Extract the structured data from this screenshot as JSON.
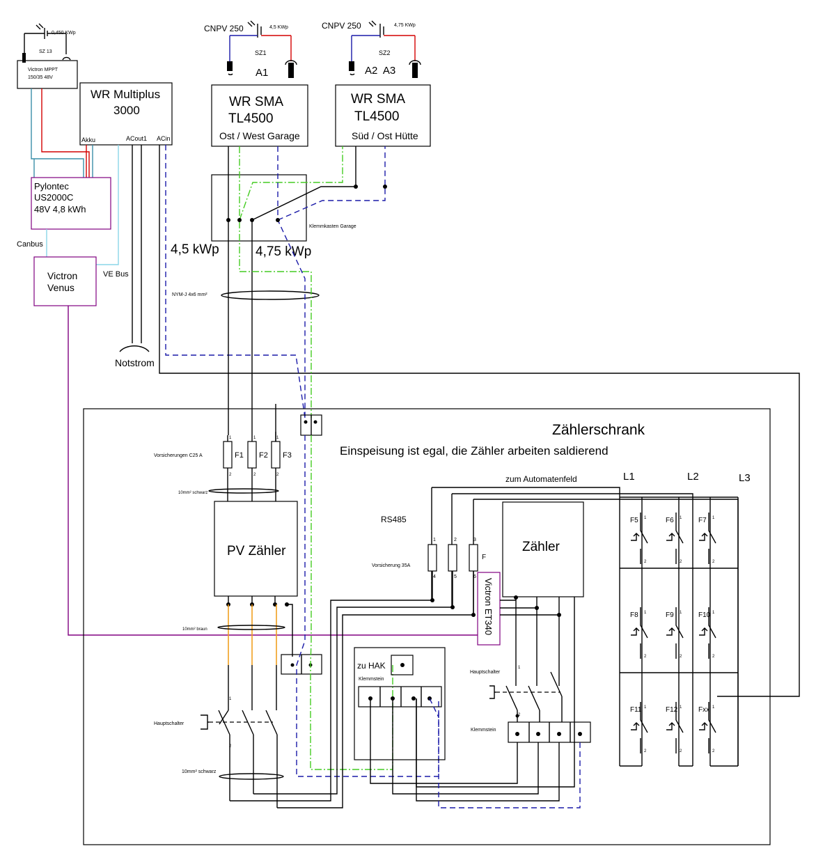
{
  "solar": {
    "left": {
      "power": "0,450 KWp",
      "string": "SZ 13"
    },
    "garage": {
      "panel": "CNPV 250",
      "power": "4,5 KWp",
      "string": "SZ1",
      "input": "A1"
    },
    "huette": {
      "panel": "CNPV 250",
      "power": "4,75 KWp",
      "string": "SZ2",
      "inputs": "A2  A3"
    }
  },
  "mppt": {
    "line1": "Victron MPPT",
    "line2": "150/35 48V"
  },
  "multiplus": {
    "title1": "WR Multiplus",
    "title2": "3000",
    "akku": "Akku",
    "acout": "ACout1",
    "acin": "ACin"
  },
  "sma_garage": {
    "title1": "WR SMA",
    "title2": "TL4500",
    "location": "Ost / West Garage"
  },
  "sma_huette": {
    "title1": "WR SMA",
    "title2": "TL4500",
    "location": "Süd / Ost Hütte"
  },
  "battery": {
    "line1": "Pylontec",
    "line2": "US2000C",
    "line3": "48V 4,8 kWh"
  },
  "venus": {
    "line1": "Victron",
    "line2": "Venus",
    "canbus": "Canbus",
    "vebus": "VE Bus"
  },
  "notstrom": "Notstrom",
  "klemmkasten": {
    "label": "Klemmkasten Garage",
    "left_power": "4,5 kWp",
    "right_power": "4,75 kWp",
    "cable": "NYM-J 4x6 mm²"
  },
  "cabinet": {
    "title": "Zählerschrank",
    "subtitle": "Einspeisung ist egal, die Zähler arbeiten saldierend",
    "pv_fuses_label": "Vorsicherungen C25 A",
    "pv_fuses": [
      "F1",
      "F2",
      "F3"
    ],
    "cable_black_top": "10mm² schwarz",
    "pv_meter": "PV Zähler",
    "cable_brown": "10mm² braun",
    "main_switch": "Hauptschalter",
    "cable_black_bottom": "10mm² schwarz",
    "rs485": "RS485",
    "fuse_35a": "Vorsicherung 35A",
    "fuse_f": "F",
    "et340": "Victron ET340",
    "meter": "Zähler",
    "zum_automatenfeld": "zum Automatenfeld",
    "hak": "zu HAK",
    "klemmstein": "Klemmstein",
    "main_switch2": "Hauptschalter",
    "klemmstein2": "Klemmstein",
    "phases": [
      "L1",
      "L2",
      "L3"
    ],
    "breakers": [
      "F5",
      "F6",
      "F7",
      "F8",
      "F9",
      "F10",
      "F11",
      "F12",
      "Fxx"
    ],
    "pin_top": "1",
    "pin_bottom": "2",
    "fuse35_top_pins": [
      "1",
      "2",
      "3"
    ],
    "fuse35_bottom_pins": [
      "4",
      "5",
      "6"
    ]
  }
}
